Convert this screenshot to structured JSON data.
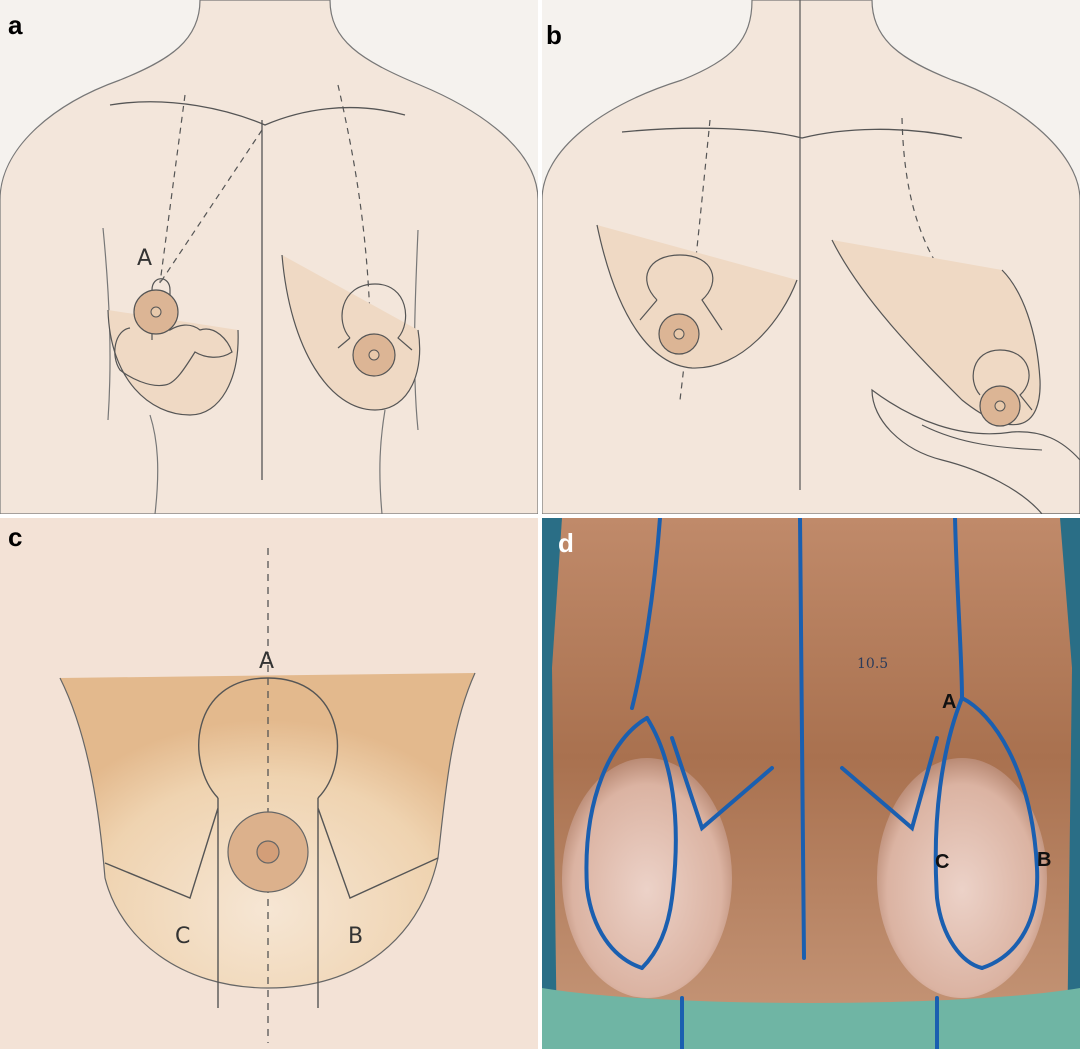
{
  "panels": [
    {
      "letter": "a",
      "labels": {
        "point_a": "A"
      }
    },
    {
      "letter": "b"
    },
    {
      "letter": "c",
      "labels": {
        "point_a": "A",
        "point_b": "B",
        "point_c": "C"
      }
    },
    {
      "letter": "d",
      "labels": {
        "point_a": "A",
        "point_b": "B",
        "point_c": "C"
      },
      "handwriting": "10.5"
    }
  ],
  "colors": {
    "skin": "#f3e6db",
    "areola": "#dcb595",
    "outline": "#555555",
    "marker": "#1a5fb0",
    "photo_bg": "#2a6e86",
    "drape": "#6fb5a4"
  }
}
